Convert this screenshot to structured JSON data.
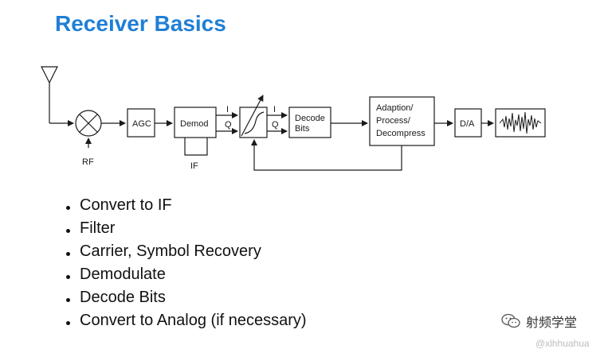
{
  "title": "Receiver Basics",
  "diagram": {
    "blocks": {
      "agc": "AGC",
      "demod": "Demod",
      "decode": [
        "Decode",
        "Bits"
      ],
      "adaption": [
        "Adaption/",
        "Process/",
        "Decompress"
      ],
      "da": "D/A"
    },
    "labels": {
      "rf": "RF",
      "if": "IF",
      "i1": "I",
      "q1": "Q",
      "i2": "I",
      "q2": "Q"
    },
    "icons": {
      "antenna": "antenna-icon",
      "mixer": "mixer-icon",
      "filter": "tunable-filter-icon",
      "output": "waveform-icon",
      "watermark": "wechat-icon"
    }
  },
  "bullets": [
    "Convert to IF",
    "Filter",
    "Carrier, Symbol Recovery",
    "Demodulate",
    "Decode Bits",
    "Convert to Analog (if necessary)"
  ],
  "watermark": {
    "text": "射频学堂",
    "handle": "@xlhhuahua"
  },
  "colors": {
    "title": "#1f7fd6",
    "text": "#111111"
  }
}
